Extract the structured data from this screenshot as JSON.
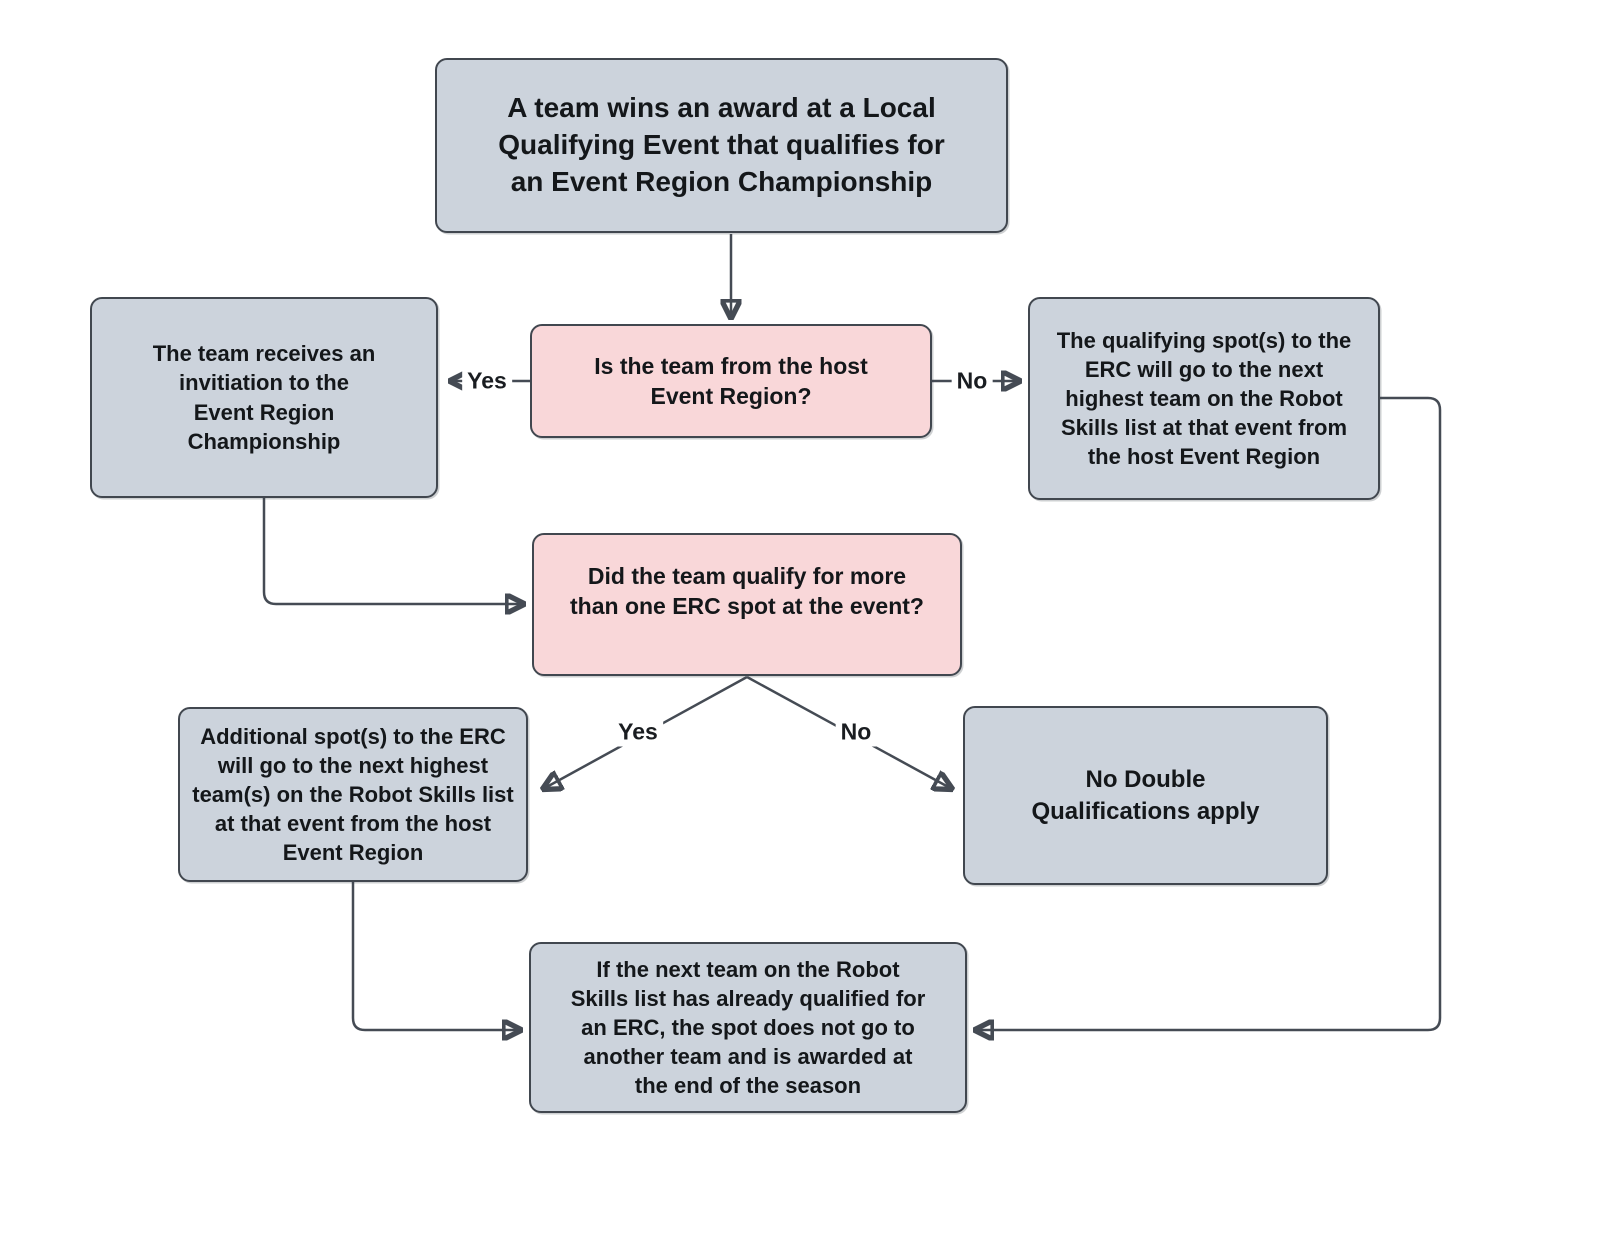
{
  "diagram": {
    "type": "flowchart",
    "nodes": {
      "start": {
        "kind": "process",
        "text": "A team wins an award at a Local\nQualifying Event that qualifies for\nan Event Region Championship"
      },
      "host_question": {
        "kind": "decision",
        "text": "Is the team from the host\nEvent Region?"
      },
      "invitation": {
        "kind": "process",
        "text": "The team receives an\ninvitiation to the\nEvent Region\nChampionship"
      },
      "qualifying_spot": {
        "kind": "process",
        "text": "The qualifying spot(s) to the\nERC will go to the next\nhighest team on the Robot\nSkills list at that event from\nthe host Event Region"
      },
      "multi_spot_question": {
        "kind": "decision",
        "text": "Did the team qualify for more\nthan one ERC spot at the event?"
      },
      "additional_spots": {
        "kind": "process",
        "text": "Additional spot(s) to the ERC\nwill go to the next highest\nteam(s) on the Robot Skills list\nat that event from the host\nEvent Region"
      },
      "no_double": {
        "kind": "process",
        "text": "No Double\nQualifications apply"
      },
      "season_end": {
        "kind": "process",
        "text": "If the next team on the Robot\nSkills list has already qualified for\nan ERC, the spot does not go to\nanother team and is awarded at\nthe end of the season"
      }
    },
    "edge_labels": {
      "host_yes": "Yes",
      "host_no": "No",
      "multi_yes": "Yes",
      "multi_no": "No"
    },
    "colors": {
      "process_fill": "#ccd3dc",
      "decision_fill": "#f9d7d9",
      "node_border": "#41474f",
      "connector": "#454b54",
      "text": "#14171a",
      "background": "#ffffff"
    }
  }
}
